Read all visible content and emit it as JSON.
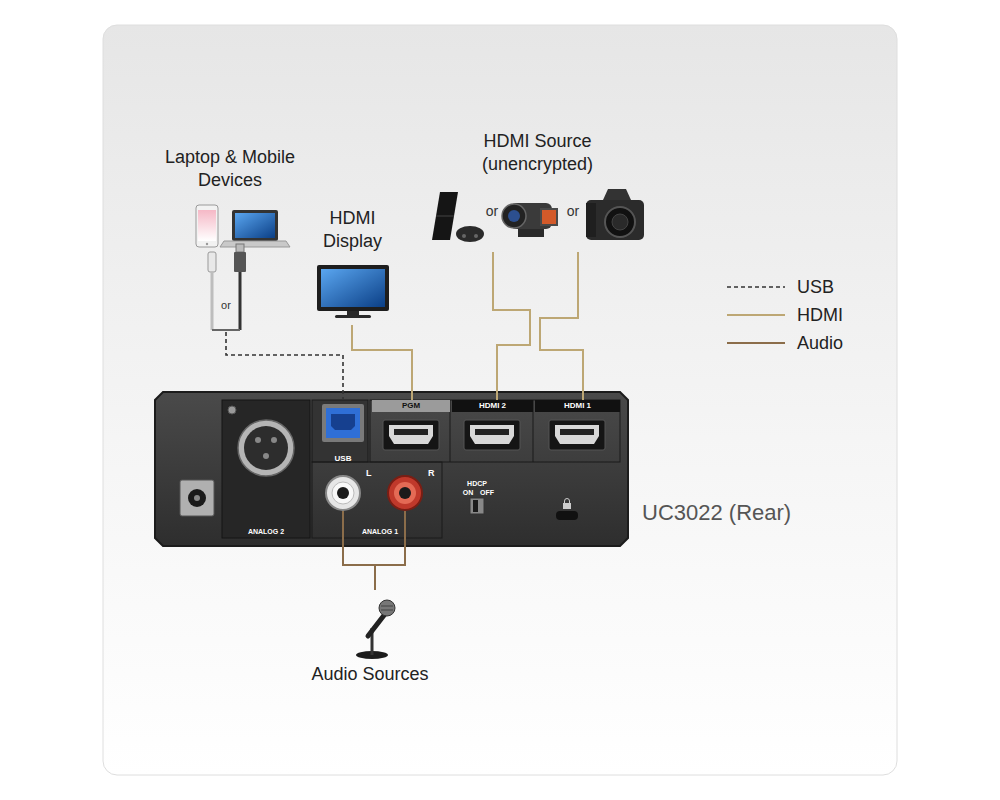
{
  "diagram": {
    "nodes": [
      {
        "text": [
          "Laptop & Mobile Devices"
        ]
      },
      {
        "text": [
          "HDMI Display"
        ]
      },
      {
        "text": [
          "HDMI Source (unencrypted)"
        ]
      },
      {
        "text": [
          "UC3022 (Rear)"
        ]
      },
      {
        "text": [
          "ANALOG 2"
        ],
        "in": 3
      },
      {
        "text": [
          "USB"
        ],
        "in": 3
      },
      {
        "text": [
          "PGM"
        ],
        "in": 3
      },
      {
        "text": [
          "HDMI 2"
        ],
        "in": 3
      },
      {
        "text": [
          "HDMI 1"
        ],
        "in": 3
      },
      {
        "text": [
          "ANALOG 1"
        ],
        "in": 3
      },
      {
        "text": [
          "L"
        ],
        "in": 9
      },
      {
        "text": [
          "R"
        ],
        "in": 9
      },
      {
        "text": [
          "Audio Sources"
        ]
      }
    ],
    "edges": [
      {
        "from": 0,
        "to": 5,
        "arrow": "none"
      },
      {
        "from": 6,
        "to": 1,
        "arrow": "none"
      },
      {
        "from": 2,
        "to": 7,
        "arrow": "none"
      },
      {
        "from": 2,
        "to": 8,
        "arrow": "none"
      },
      {
        "from": 12,
        "to": 10,
        "arrow": "none"
      },
      {
        "from": 12,
        "to": 11,
        "arrow": "none"
      }
    ],
    "labels": [
      "or",
      "or",
      "or",
      "HDCP",
      "ON",
      "OFF"
    ],
    "legend": [
      {
        "text": "USB"
      },
      {
        "text": "HDMI"
      },
      {
        "text": "Audio"
      }
    ]
  }
}
